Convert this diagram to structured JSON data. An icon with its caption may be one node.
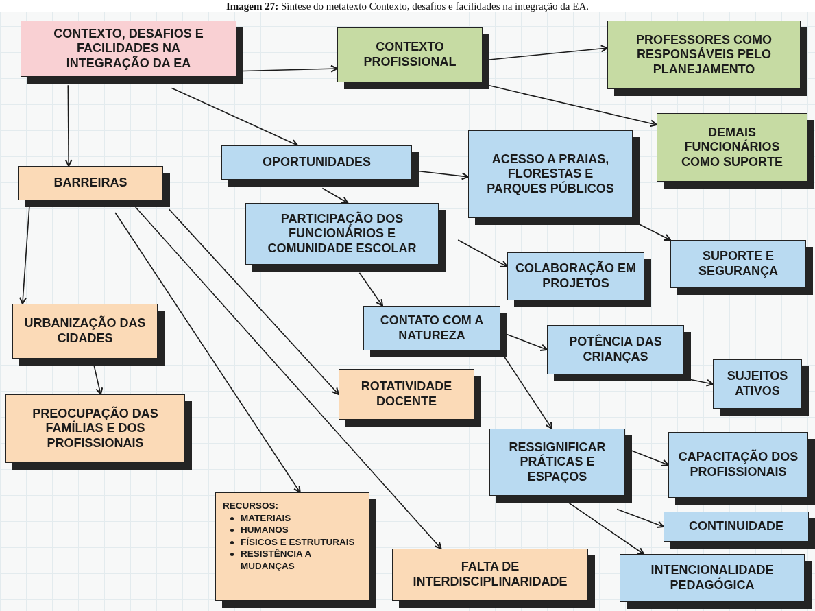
{
  "diagram": {
    "title": "**Imagem 27:** Síntese do metatexto Contexto, desafios e facilidades na integração da EA.",
    "nodes": [
      {
        "text": [
          "CONTEXTO, DESAFIOS E FACILIDADES NA INTEGRAÇÃO DA EA"
        ]
      },
      {
        "text": [
          "CONTEXTO PROFISSIONAL"
        ]
      },
      {
        "text": [
          "PROFESSORES COMO RESPONSÁVEIS PELO PLANEJAMENTO"
        ]
      },
      {
        "text": [
          "DEMAIS FUNCIONÁRIOS COMO SUPORTE"
        ]
      },
      {
        "text": [
          "BARREIRAS"
        ]
      },
      {
        "text": [
          "OPORTUNIDADES"
        ]
      },
      {
        "text": [
          "ACESSO A PRAIAS, FLORESTAS E PARQUES PÚBLICOS"
        ]
      },
      {
        "text": [
          "PARTICIPAÇÃO DOS FUNCIONÁRIOS E COMUNIDADE ESCOLAR"
        ]
      },
      {
        "text": [
          "COLABORAÇÃO EM PROJETOS"
        ]
      },
      {
        "text": [
          "SUPORTE E SEGURANÇA"
        ]
      },
      {
        "text": [
          "URBANIZAÇÃO DAS CIDADES"
        ]
      },
      {
        "text": [
          "CONTATO COM A NATUREZA"
        ]
      },
      {
        "text": [
          "POTÊNCIA DAS CRIANÇAS"
        ]
      },
      {
        "text": [
          "ROTATIVIDADE DOCENTE"
        ]
      },
      {
        "text": [
          "SUJEITOS ATIVOS"
        ]
      },
      {
        "text": [
          "PREOCUPAÇÃO DAS FAMÍLIAS E DOS PROFISSIONAIS"
        ]
      },
      {
        "text": [
          "RESSIGNIFICAR PRÁTICAS E ESPAÇOS"
        ]
      },
      {
        "text": [
          "CAPACITAÇÃO DOS PROFISSIONAIS"
        ]
      },
      {
        "text": [
          "RECURSOS:",
          "MATERIAIS",
          "HUMANOS",
          "FÍSICOS E ESTRUTURAIS",
          "RESISTÊNCIA A MUDANÇAS"
        ]
      },
      {
        "text": [
          "CONTINUIDADE"
        ]
      },
      {
        "text": [
          "FALTA DE INTERDISCIPLINARIDADE"
        ]
      },
      {
        "text": [
          "INTENCIONALIDADE PEDAGÓGICA"
        ]
      }
    ],
    "edges": [
      {
        "from": 0,
        "to": 1,
        "arrow": "to"
      },
      {
        "from": 1,
        "to": 2,
        "arrow": "to"
      },
      {
        "from": 1,
        "to": 3,
        "arrow": "to"
      },
      {
        "from": 0,
        "to": 4,
        "arrow": "to"
      },
      {
        "from": 0,
        "to": 5,
        "arrow": "to"
      },
      {
        "from": 5,
        "to": 6,
        "arrow": "to"
      },
      {
        "from": 5,
        "to": 7,
        "arrow": "to"
      },
      {
        "from": 6,
        "to": 9,
        "arrow": "to"
      },
      {
        "from": 7,
        "to": 8,
        "arrow": "to"
      },
      {
        "from": 7,
        "to": 11,
        "arrow": "to"
      },
      {
        "from": 11,
        "to": 12,
        "arrow": "to"
      },
      {
        "from": 11,
        "to": 16,
        "arrow": "to"
      },
      {
        "from": 12,
        "to": 14,
        "arrow": "to"
      },
      {
        "from": 16,
        "to": 17,
        "arrow": "to"
      },
      {
        "from": 16,
        "to": 19,
        "arrow": "to"
      },
      {
        "from": 16,
        "to": 21,
        "arrow": "to"
      },
      {
        "from": 4,
        "to": 10,
        "arrow": "to"
      },
      {
        "from": 10,
        "to": 15,
        "arrow": "to"
      },
      {
        "from": 4,
        "to": 18,
        "arrow": "to"
      },
      {
        "from": 4,
        "to": 20,
        "arrow": "to"
      },
      {
        "from": 4,
        "to": 13,
        "arrow": "to"
      }
    ]
  }
}
